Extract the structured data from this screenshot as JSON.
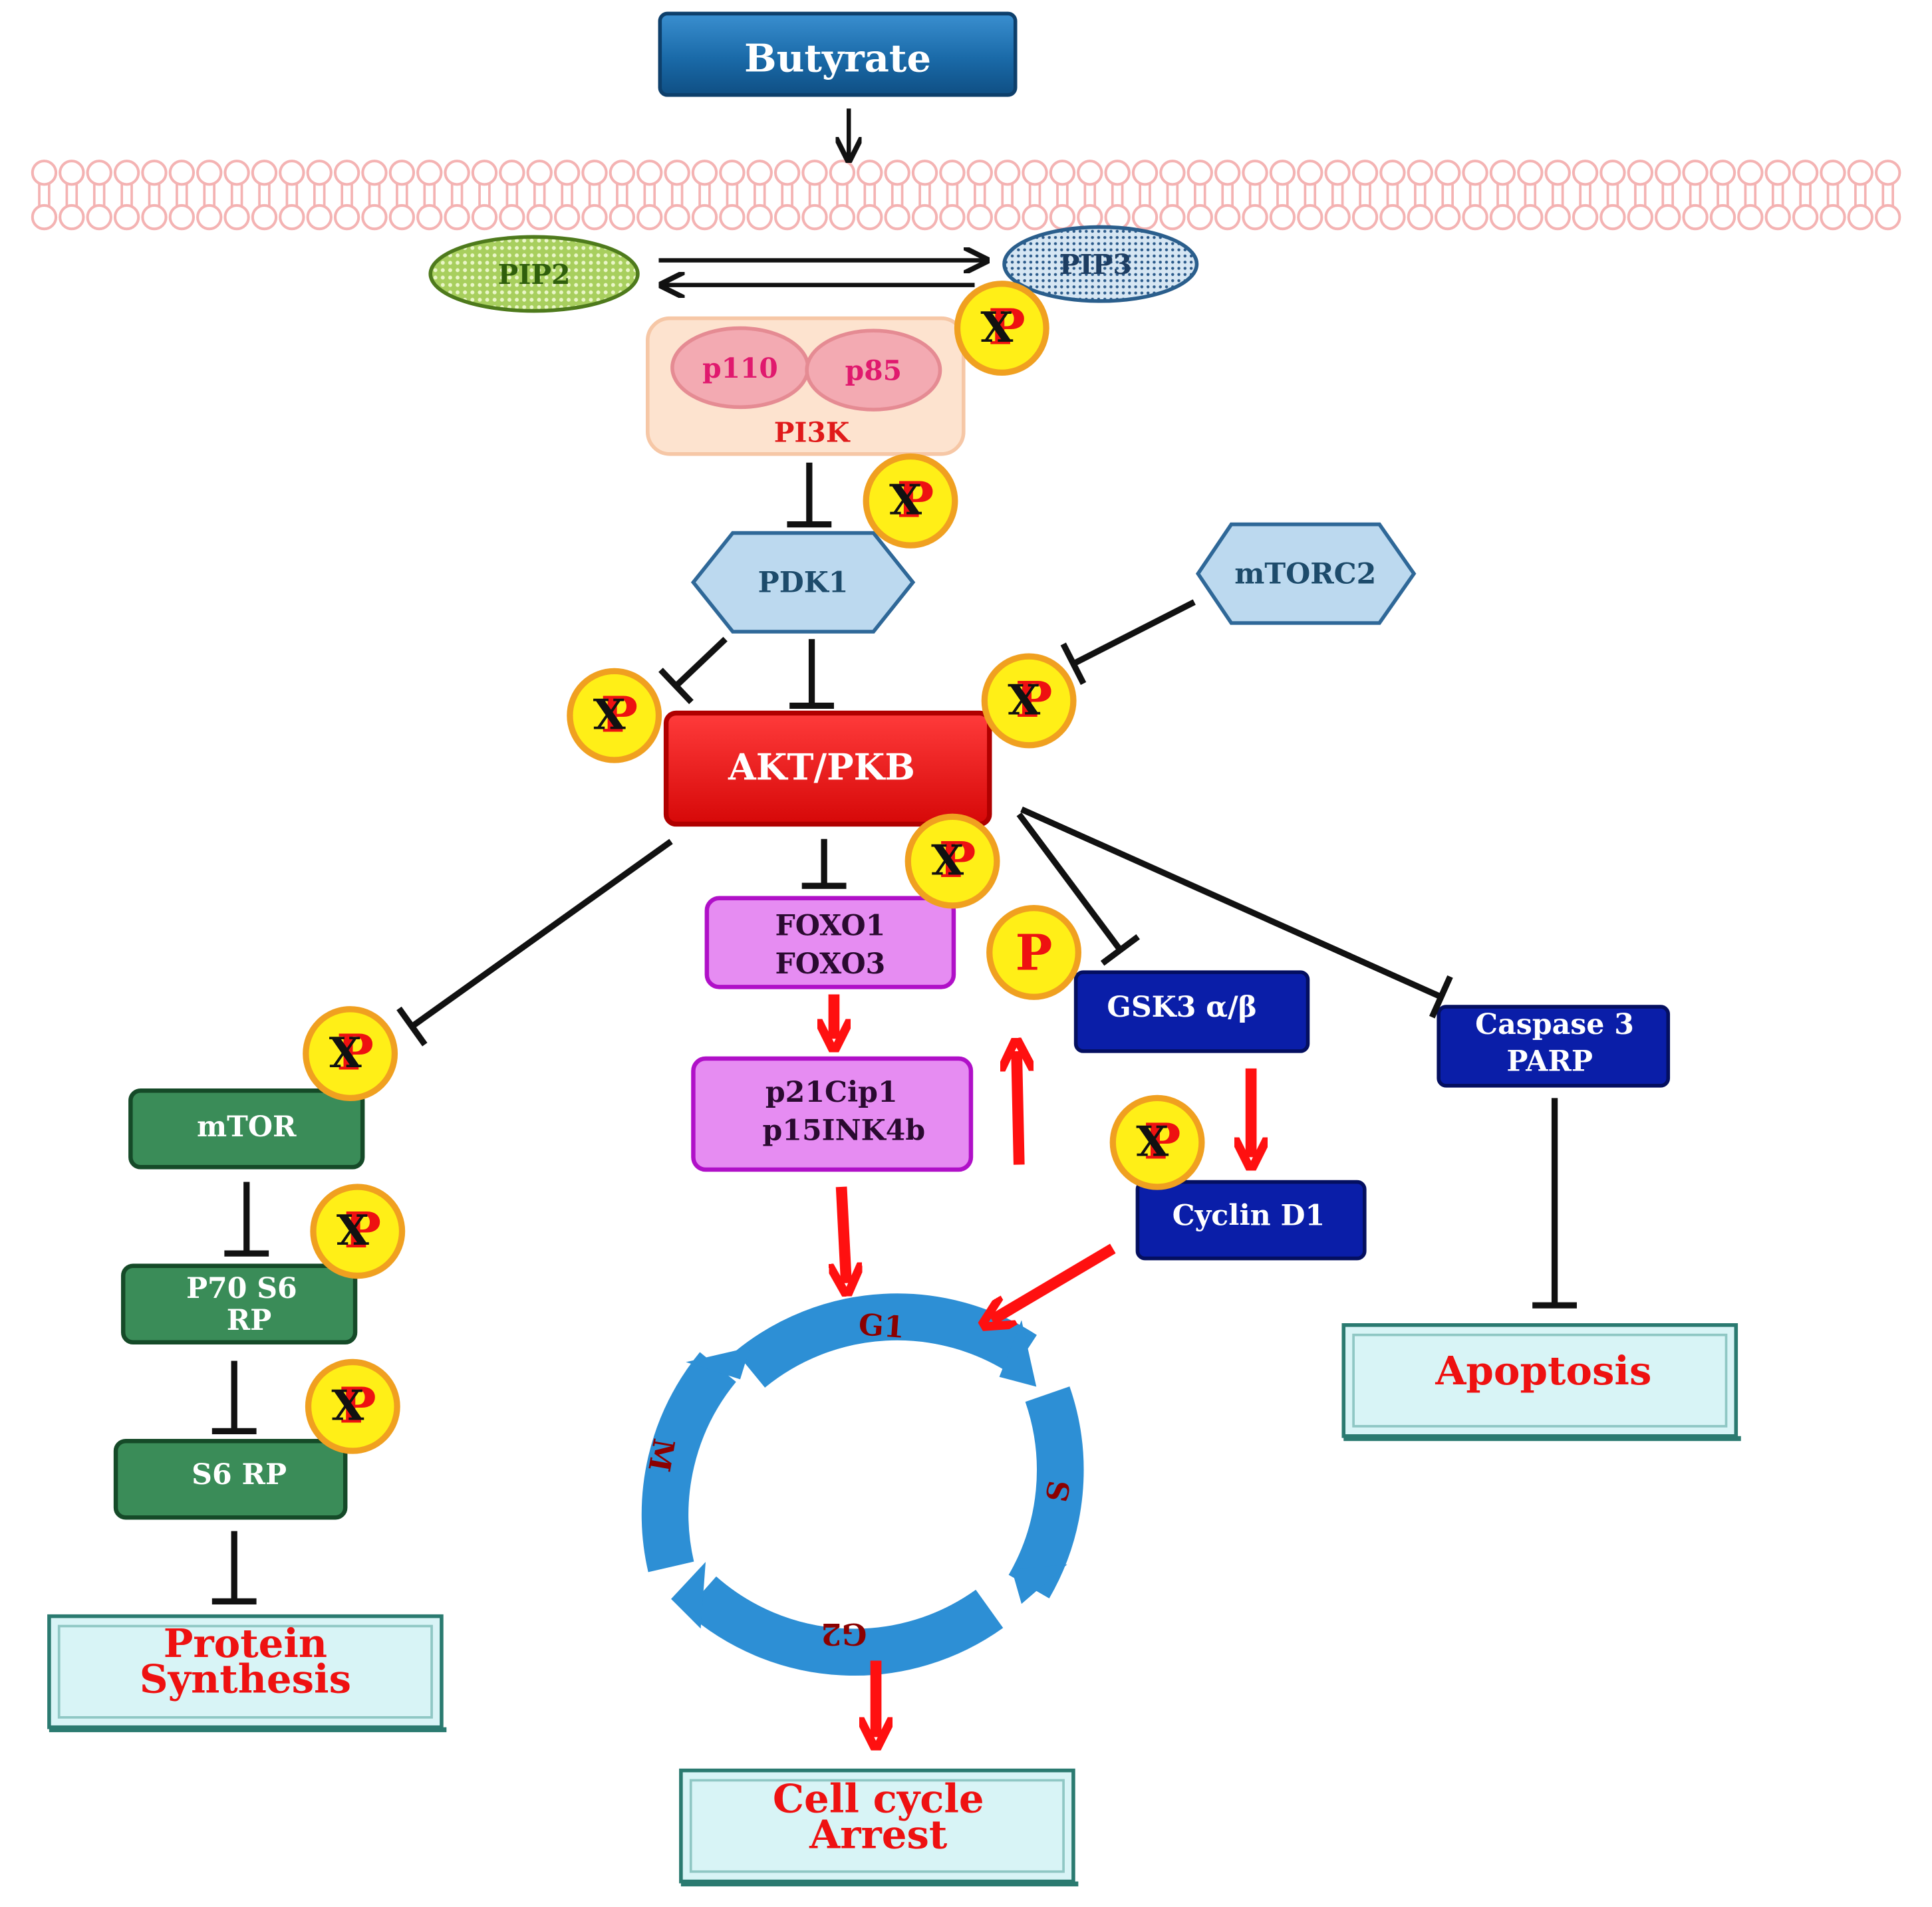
{
  "title": "",
  "colors": {
    "arrow_black": "#111111",
    "arrow_red": "#ff1010",
    "membrane": "#f4b3b3",
    "butyrate_fill": "#1a6aa8",
    "pi3k_fill": "#fde3cf",
    "subunit_fill": "#f3aab2",
    "subunit_text": "#e0196e",
    "hex_fill": "#bcd9ef",
    "hex_text": "#1d4b6b",
    "akt_fill": "#ee1111",
    "foxo_fill": "#e68cf2",
    "foxo_border": "#b010c8",
    "gsk_fill": "#0a1ea8",
    "mtor_fill": "#3a8c58",
    "outcome_fill": "#d8f4f6",
    "outcome_text": "#ee1111",
    "cycle_blue": "#2d8fd5",
    "badge_fill": "#ffef17",
    "badge_border": "#f0a020"
  },
  "nodes": {
    "butyrate": "Butyrate",
    "pip2": "PIP2",
    "pip3": "PIP3",
    "p110": "p110",
    "p85": "p85",
    "pi3k": "PI3K",
    "pdk1": "PDK1",
    "mtorc2": "mTORC2",
    "akt": "AKT/PKB",
    "foxo": [
      "FOXO1",
      "FOXO3"
    ],
    "p21": [
      "p21Cip1",
      "p15INK4b"
    ],
    "gsk3": "GSK3 α/β",
    "caspase": [
      "Caspase 3",
      "PARP"
    ],
    "cyclin": "Cyclin D1",
    "mtor": "mTOR",
    "p70": [
      "P70 S6",
      "RP"
    ],
    "s6": "S6 RP"
  },
  "outcomes": {
    "protein": [
      "Protein",
      "Synthesis"
    ],
    "arrest": [
      "Cell cycle",
      "Arrest"
    ],
    "apoptosis": "Apoptosis"
  },
  "phases": {
    "g1": "G1",
    "s": "S",
    "g2": "G2",
    "m": "M"
  },
  "badges": {
    "blocked_glyph": "P",
    "blocked_mark": "X",
    "active_glyph": "P"
  }
}
